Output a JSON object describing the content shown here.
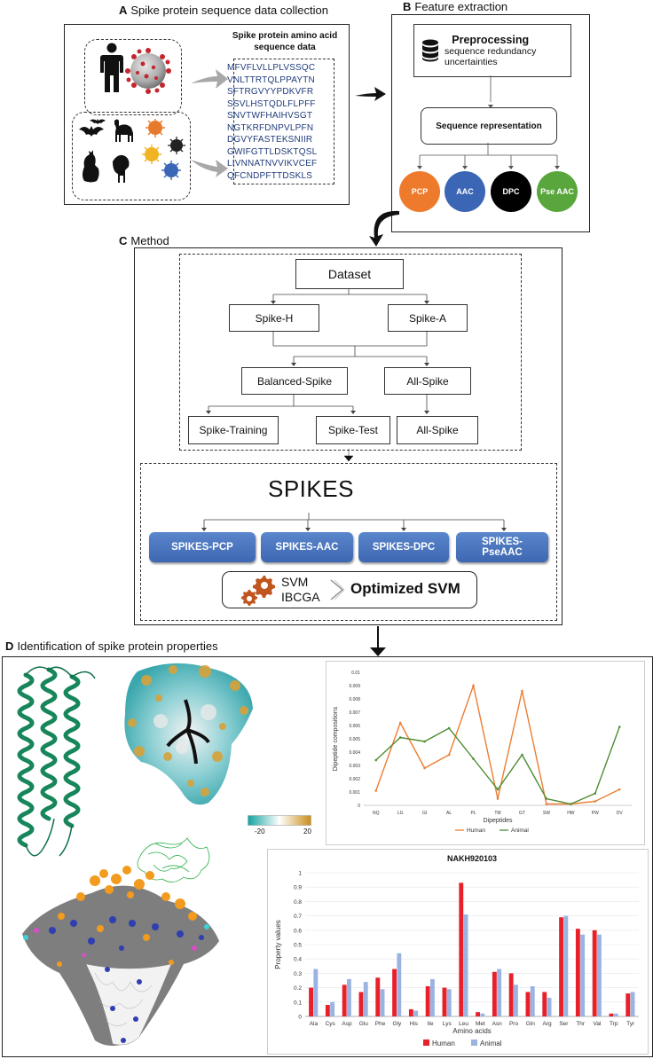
{
  "panelA": {
    "letter": "A",
    "title": "Spike protein sequence data collection",
    "seq_title_1": "Spike protein amino acid",
    "seq_title_2": "sequence data",
    "sequences": [
      "MFVFLVLLPLVSSQC",
      "VNLTTRTQLPPAYTN",
      "SFTRGVYYPDKVFR",
      "SSVLHSTQDLFLPFF",
      "SNVTWFHAIHVSGT",
      "NGTKRFDNPVLPFN",
      "DGVYFASTEKSNIIR",
      "GWIFGTTLDSKTQSL",
      "LIVNNATNVVIKVCEF",
      "QFCNDPFTTDSKLS"
    ]
  },
  "panelB": {
    "letter": "B",
    "title": "Feature extraction",
    "preprocessing_title": "Preprocessing",
    "preprocessing_sub1": "sequence redundancy",
    "preprocessing_sub2": "uncertainties",
    "seq_rep": "Sequence representation",
    "features": [
      {
        "label": "PCP",
        "color": "#ee7b2c"
      },
      {
        "label": "AAC",
        "color": "#3a66b5"
      },
      {
        "label": "DPC",
        "color": "#000000"
      },
      {
        "label": "Pse AAC",
        "color": "#59a73c"
      }
    ]
  },
  "panelC": {
    "letter": "C",
    "title": "Method",
    "dataset": "Dataset",
    "spike_h": "Spike-H",
    "spike_a": "Spike-A",
    "balanced": "Balanced-Spike",
    "all_spike": "All-Spike",
    "training": "Spike-Training",
    "test": "Spike-Test",
    "all_spike_2": "All-Spike",
    "spikes": "SPIKES",
    "models": [
      "SPIKES-PCP",
      "SPIKES-AAC",
      "SPIKES-DPC",
      "SPIKES-\nPseAAC"
    ],
    "svm": "SVM",
    "ibcga": "IBCGA",
    "optimized": "Optimized SVM"
  },
  "panelD": {
    "letter": "D",
    "title": "Identification of spike protein properties",
    "colorbar_min": "-20",
    "colorbar_max": "20",
    "colors": {
      "human_line": "#ed7d31",
      "animal_line": "#4e8c31",
      "human_bar": "#e8202a",
      "animal_bar": "#9ab3e0"
    }
  },
  "chart_data": [
    {
      "type": "line",
      "title": "",
      "xlabel": "Dipeptides",
      "ylabel": "Dipeptide compositions",
      "categories": [
        "NQ",
        "LG",
        "GI",
        "AL",
        "PL",
        "TM",
        "GT",
        "SW",
        "HW",
        "PW",
        "DV"
      ],
      "ylim": [
        0,
        0.01
      ],
      "yticks": [
        "0",
        "0.001",
        "0.002",
        "0.003",
        "0.004",
        "0.005",
        "0.006",
        "0.007",
        "0.008",
        "0.009",
        "0.01"
      ],
      "series": [
        {
          "name": "Human",
          "values": [
            0.0011,
            0.0062,
            0.0028,
            0.0038,
            0.009,
            0.0005,
            0.0086,
            0.0001,
            0.0001,
            0.0003,
            0.0012
          ]
        },
        {
          "name": "Animal",
          "values": [
            0.0034,
            0.0051,
            0.0048,
            0.0058,
            0.0035,
            0.0012,
            0.0038,
            0.0005,
            0.0001,
            0.0009,
            0.0059
          ]
        }
      ],
      "legend": "bottom"
    },
    {
      "type": "bar",
      "title": "NAKH920103",
      "xlabel": "Amino acids",
      "ylabel": "Property values",
      "categories": [
        "Ala",
        "Cys",
        "Asp",
        "Glu",
        "Phe",
        "Gly",
        "His",
        "Ile",
        "Lys",
        "Leu",
        "Met",
        "Asn",
        "Pro",
        "Gln",
        "Arg",
        "Ser",
        "Thr",
        "Val",
        "Trp",
        "Tyr"
      ],
      "ylim": [
        0,
        1
      ],
      "yticks": [
        "0",
        "0.1",
        "0.2",
        "0.3",
        "0.4",
        "0.5",
        "0.6",
        "0.7",
        "0.8",
        "0.9",
        "1"
      ],
      "series": [
        {
          "name": "Human",
          "values": [
            0.2,
            0.08,
            0.22,
            0.17,
            0.27,
            0.33,
            0.05,
            0.21,
            0.2,
            0.93,
            0.03,
            0.31,
            0.3,
            0.17,
            0.17,
            0.69,
            0.61,
            0.6,
            0.02,
            0.16
          ]
        },
        {
          "name": "Animal",
          "values": [
            0.33,
            0.1,
            0.26,
            0.24,
            0.19,
            0.44,
            0.04,
            0.26,
            0.19,
            0.71,
            0.02,
            0.33,
            0.22,
            0.21,
            0.13,
            0.7,
            0.57,
            0.57,
            0.02,
            0.17
          ]
        }
      ],
      "legend": "bottom"
    }
  ]
}
